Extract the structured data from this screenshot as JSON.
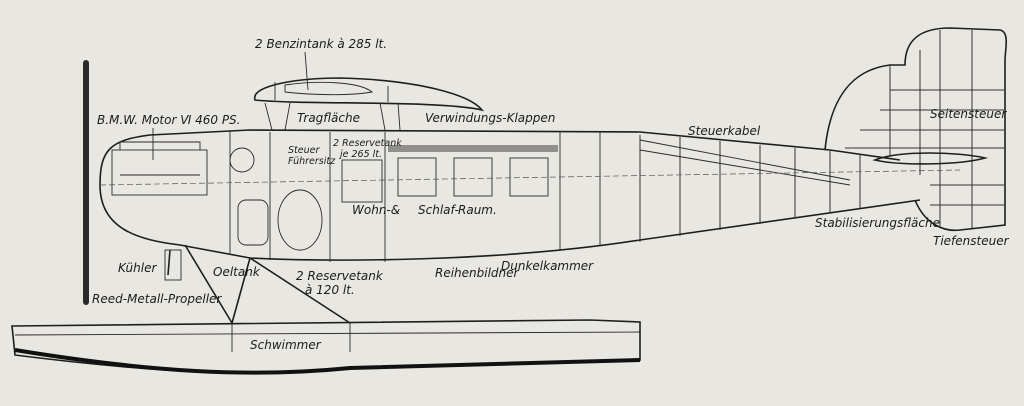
{
  "title": "Seaplane cutaway diagram (German labels)",
  "labels": {
    "fuel_tank": "2 Benzintank à 285 lt.",
    "wing": "Tragfläche",
    "ailerons": "Verwindungs-Klappen",
    "engine": "B.M.W. Motor Ⅵ  460 PS.",
    "controls": "Steuer",
    "pilot_seat": "Führersitz",
    "reserve_tank_upper_1": "2 Reservetank",
    "reserve_tank_upper_2": "je 265 lt.",
    "living_1": "Wohn-&",
    "living_2": "Schlaf-",
    "living_3": "Raum.",
    "radiator": "Kühler",
    "oil_tank": "Oeltank",
    "reserve_tank_lower_1": "2 Reservetank",
    "reserve_tank_lower_2": "à 120 lt.",
    "camera": "Reihenbildner",
    "darkroom": "Dunkelkammer",
    "propeller": "Reed-Metall-Propeller",
    "float": "Schwimmer",
    "control_cable": "Steuerkabel",
    "rudder": "Seitensteuer",
    "stabilizer": "Stabilisierungsfläche",
    "elevator": "Tiefensteuer"
  }
}
